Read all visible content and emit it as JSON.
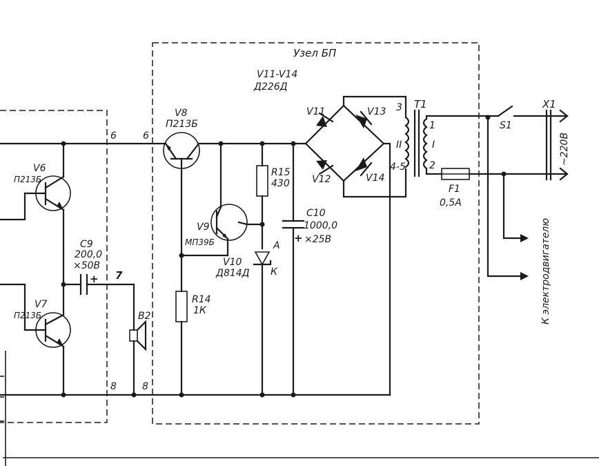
{
  "block_title": "Узел БП",
  "diode_bridge": {
    "label": "V11-V14",
    "type": "Д226Д"
  },
  "transistors": [
    {
      "ref": "V6",
      "type": "П213Б"
    },
    {
      "ref": "V7",
      "type": "П213Б"
    },
    {
      "ref": "V8",
      "type": "П213Б"
    },
    {
      "ref": "V9",
      "type": "МП39Б"
    }
  ],
  "capacitors": [
    {
      "ref": "C9",
      "value": "200,0",
      "voltage": "×50В"
    },
    {
      "ref": "C10",
      "value": "1000,0",
      "voltage": "×25В"
    }
  ],
  "resistors": [
    {
      "ref": "R14",
      "value": "1К"
    },
    {
      "ref": "R15",
      "value": "430"
    }
  ],
  "zener": {
    "ref": "V10",
    "type": "Д814Д",
    "anode": "А",
    "cathode": "К"
  },
  "diodes": [
    "V11",
    "V12",
    "V13",
    "V14"
  ],
  "speaker": {
    "ref": "B2"
  },
  "transformer": {
    "ref": "T1",
    "pins": [
      "3",
      "4-5",
      "1",
      "2"
    ],
    "windings": [
      "II",
      "I"
    ]
  },
  "fuse": {
    "ref": "F1",
    "value": "0,5А"
  },
  "switch": {
    "ref": "S1"
  },
  "connector": {
    "ref": "X1",
    "voltage": "~220В"
  },
  "motor_label": "К электродвигателю",
  "node_labels": {
    "n6": "6",
    "n7": "7",
    "n8": "8"
  }
}
